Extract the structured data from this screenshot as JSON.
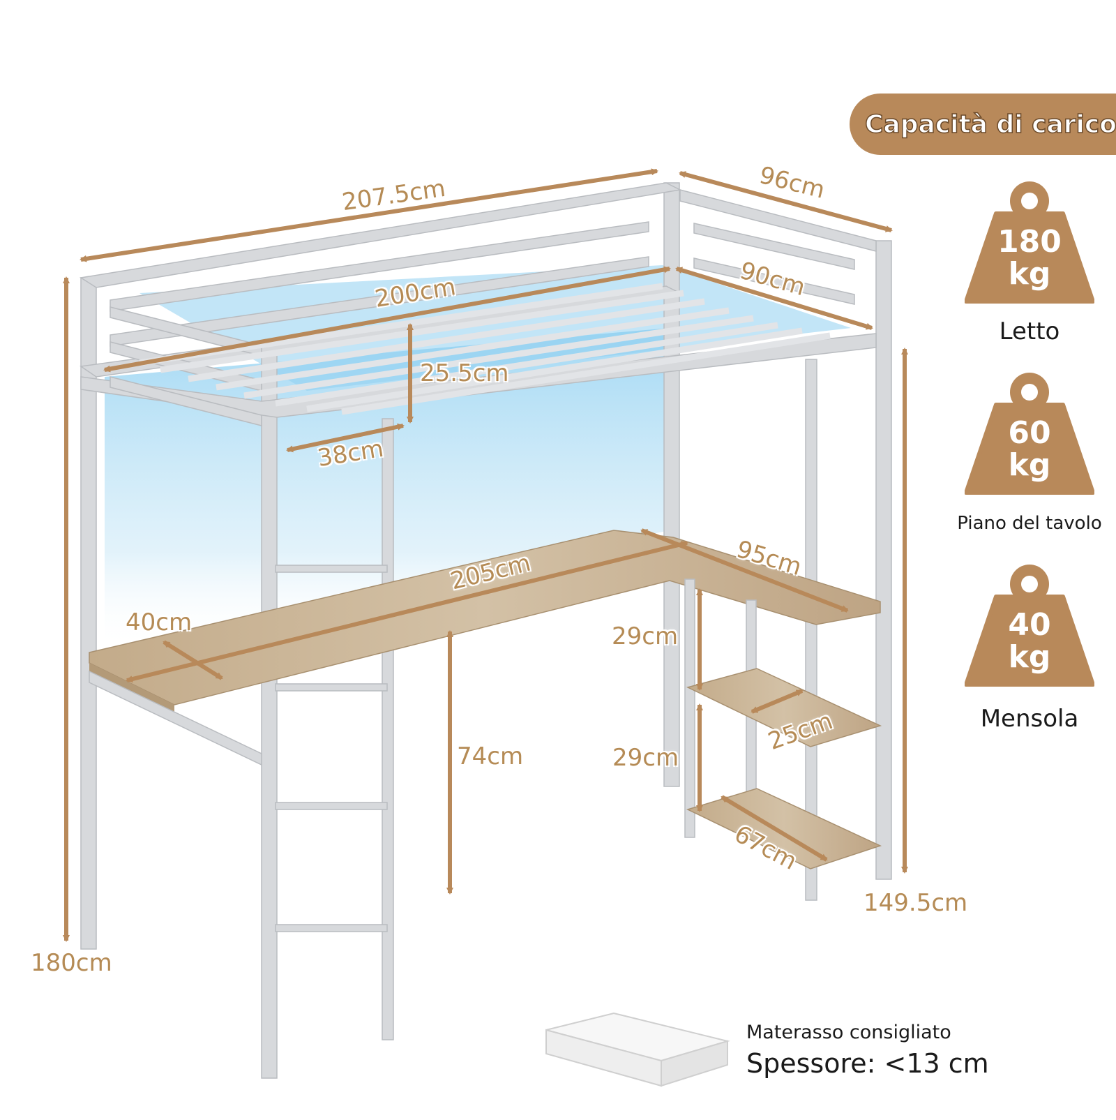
{
  "colors": {
    "accent": "#b8895a",
    "frame": "#d4d6d9",
    "wood": "#c9b496",
    "glow": "#9fd6f2"
  },
  "banner": {
    "title": "Capacità di carico"
  },
  "dimensions": {
    "total_length": "207.5cm",
    "total_width": "96cm",
    "inner_length": "200cm",
    "inner_width": "90cm",
    "guardrail_height": "25.5cm",
    "ladder_gap": "38cm",
    "desk_length": "205cm",
    "desk_depth": "40cm",
    "return_length": "95cm",
    "shelf_gap_upper": "29cm",
    "shelf_gap_lower": "29cm",
    "shelf_depth": "25cm",
    "shelf_length": "67cm",
    "desk_height": "74cm",
    "total_height": "180cm",
    "underside_height": "149.5cm"
  },
  "capacities": [
    {
      "value": "180",
      "unit": "kg",
      "label": "Letto",
      "icon": "weight-icon"
    },
    {
      "value": "60",
      "unit": "kg",
      "label": "Piano del tavolo",
      "icon": "weight-icon"
    },
    {
      "value": "40",
      "unit": "kg",
      "label": "Mensola",
      "icon": "weight-icon"
    }
  ],
  "mattress": {
    "title": "Materasso consigliato",
    "spec": "Spessore: <13 cm"
  }
}
